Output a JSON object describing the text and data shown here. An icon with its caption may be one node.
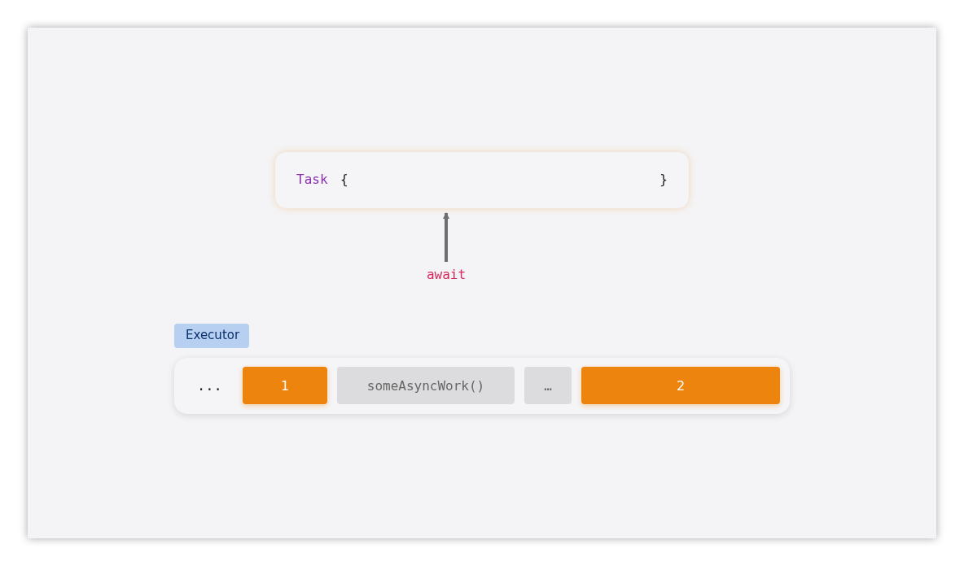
{
  "diagram": {
    "nodes": [
      {
        "text": [
          "Task",
          "{",
          "}"
        ]
      },
      {
        "text": [
          "await"
        ]
      },
      {
        "text": [
          "Executor"
        ]
      },
      {
        "text": [
          "1"
        ],
        "in": 2
      },
      {
        "text": [
          "someAsyncWork()"
        ],
        "in": 2
      },
      {
        "text": [
          "…"
        ],
        "in": 2
      },
      {
        "text": [
          "2"
        ],
        "in": 2
      }
    ],
    "edges": [
      {
        "from": 1,
        "to": 0,
        "arrow": "to"
      }
    ],
    "labels": [
      "..."
    ]
  }
}
